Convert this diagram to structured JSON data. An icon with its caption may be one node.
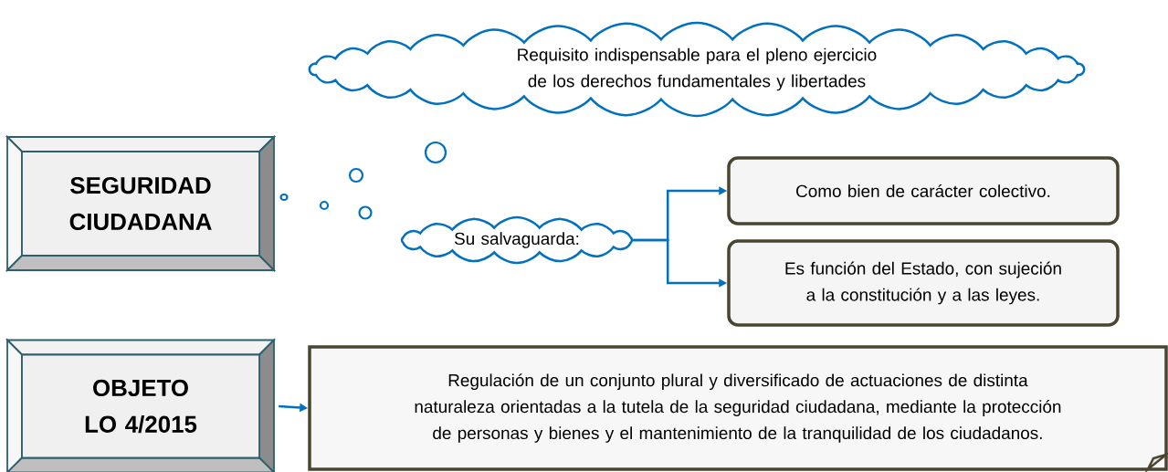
{
  "diagram": {
    "nodes": [
      {
        "text": [
          "SEGURIDAD CIUDADANA"
        ]
      },
      {
        "text": [
          "Requisito indispensable para el pleno ejercicio de los derechos fundamentales y libertades"
        ]
      },
      {
        "text": [
          "Su salvaguarda:"
        ]
      },
      {
        "text": [
          "Como bien de carácter colectivo."
        ]
      },
      {
        "text": [
          "Es función del Estado, con sujeción a la constitución y a las leyes."
        ]
      },
      {
        "text": [
          "OBJETO LO 4/2015"
        ]
      },
      {
        "text": [
          "Regulación de un conjunto plural y diversificado de actuaciones de distinta naturaleza orientadas a la tutela de la seguridad ciudadana, mediante la protección de personas y bienes y el mantenimiento de la tranquilidad de los ciudadanos."
        ]
      }
    ],
    "edges": [
      {
        "from": 2,
        "to": 3,
        "arrow": "to"
      },
      {
        "from": 2,
        "to": 4,
        "arrow": "to"
      },
      {
        "from": 5,
        "to": 6,
        "arrow": "to"
      }
    ]
  }
}
